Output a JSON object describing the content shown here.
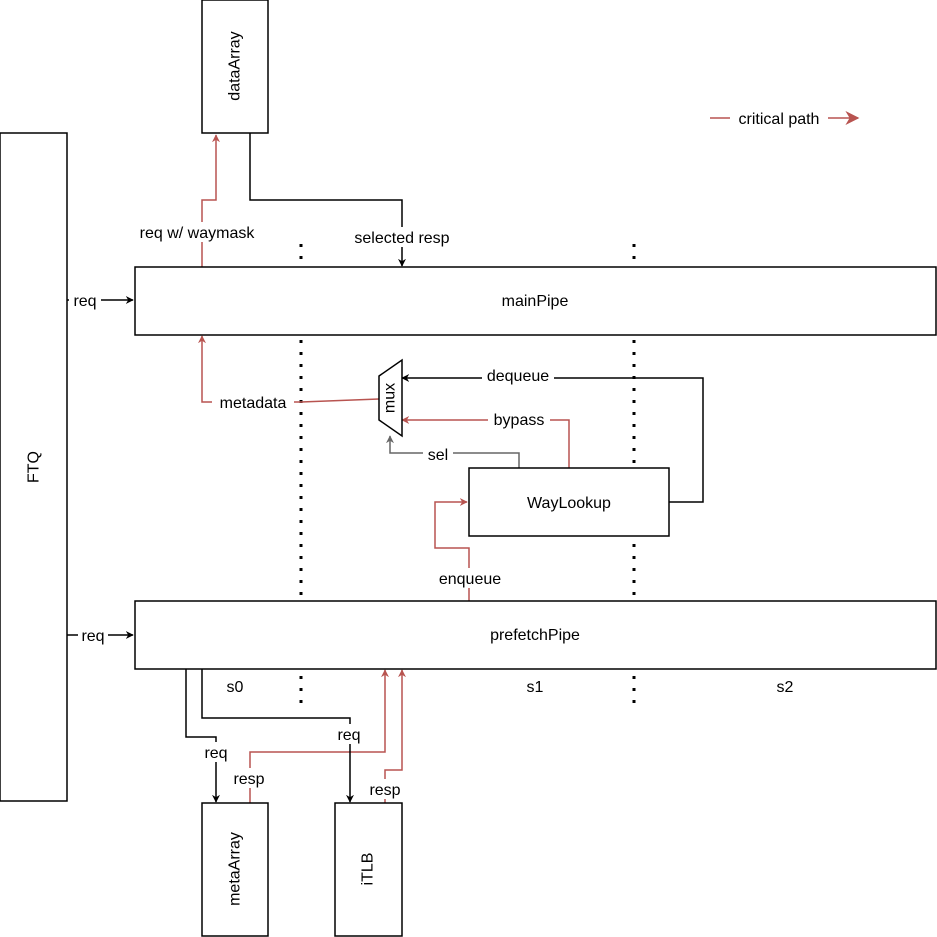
{
  "blocks": {
    "ftq": "FTQ",
    "data_array": "dataArray",
    "main_pipe": "mainPipe",
    "prefetch_pipe": "prefetchPipe",
    "way_lookup": "WayLookup",
    "meta_array": "metaArray",
    "itlb": "iTLB",
    "mux": "mux"
  },
  "edges": {
    "ftq_main_req": "req",
    "ftq_prefetch_req": "req",
    "req_with_waymask": "req w/ waymask",
    "selected_resp": "selected resp",
    "metadata": "metadata",
    "dequeue": "dequeue",
    "bypass": "bypass",
    "sel": "sel",
    "enqueue": "enqueue",
    "meta_req": "req",
    "meta_resp": "resp",
    "itlb_req": "req",
    "itlb_resp": "resp"
  },
  "stages": [
    "s0",
    "s1",
    "s2"
  ],
  "legend": {
    "label": "critical path",
    "color": "#b85450"
  },
  "colors": {
    "critical": "#b85450",
    "normal": "#000000",
    "select": "#666666"
  }
}
